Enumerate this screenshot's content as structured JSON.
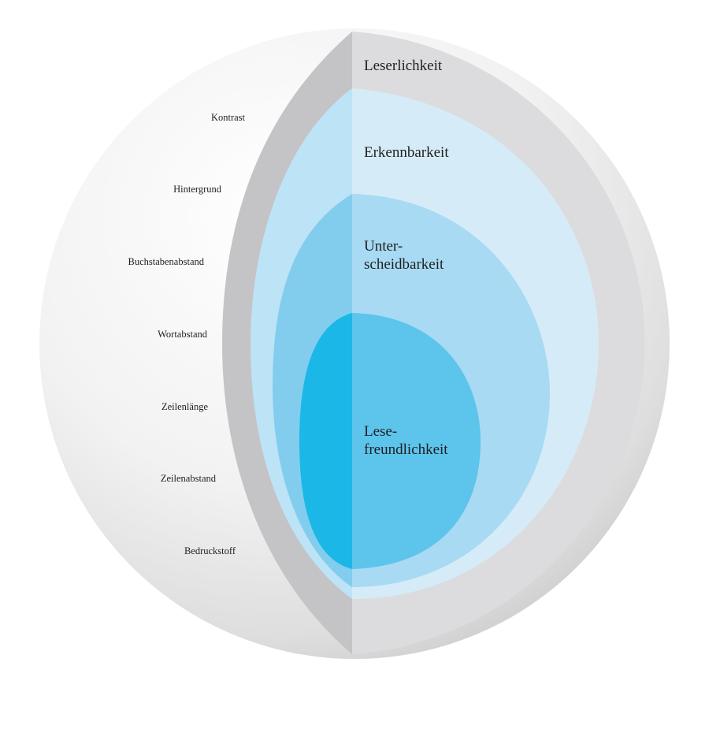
{
  "diagram": {
    "factors": [
      "Kontrast",
      "Hintergrund",
      "Buchstabenabstand",
      "Wortabstand",
      "Zeilenlänge",
      "Zeilenabstand",
      "Bedruckstoff"
    ],
    "layers": {
      "leserlichkeit": [
        "Leserlichkeit"
      ],
      "erkennbarkeit": [
        "Erkennbarkeit"
      ],
      "unterscheidbarkeit": [
        "Unter-",
        "scheidbarkeit"
      ],
      "lesefreundlichkeit": [
        "Lese-",
        "freundlichkeit"
      ]
    },
    "colors": {
      "background": "#ffffff",
      "sphere_light": "#f5f5f5",
      "sphere_shadow": "#c8c8c8",
      "shell_outer": "#c4c4c6",
      "shell_inner": "#dcdcde",
      "layer1_left": "#bde3f6",
      "layer1_right": "#d6ebf8",
      "layer2_left": "#82cdee",
      "layer2_right": "#a8daf3",
      "layer3_left": "#1bb8e7",
      "layer3_right": "#5dc4ec",
      "text": "#1f1f1f"
    }
  }
}
